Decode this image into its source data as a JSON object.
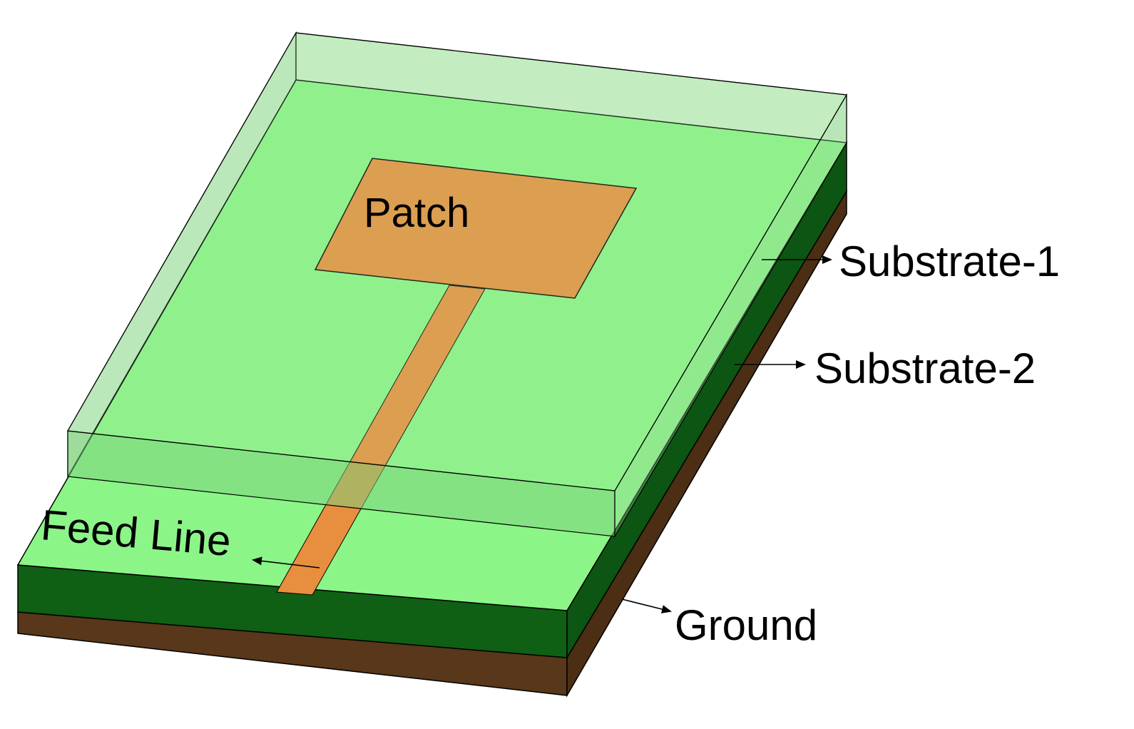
{
  "labels": {
    "patch": "Patch",
    "substrate1": "Substrate-1",
    "substrate2": "Substrate-2",
    "feed_line": "Feed Line",
    "ground": "Ground"
  },
  "colors": {
    "substrate_top": "#8bf587",
    "substrate_side": "#0f5f15",
    "ground": "#58371a",
    "patch": "#e88f3f",
    "superstrate": "#a6e2a4",
    "outline": "#000000"
  }
}
